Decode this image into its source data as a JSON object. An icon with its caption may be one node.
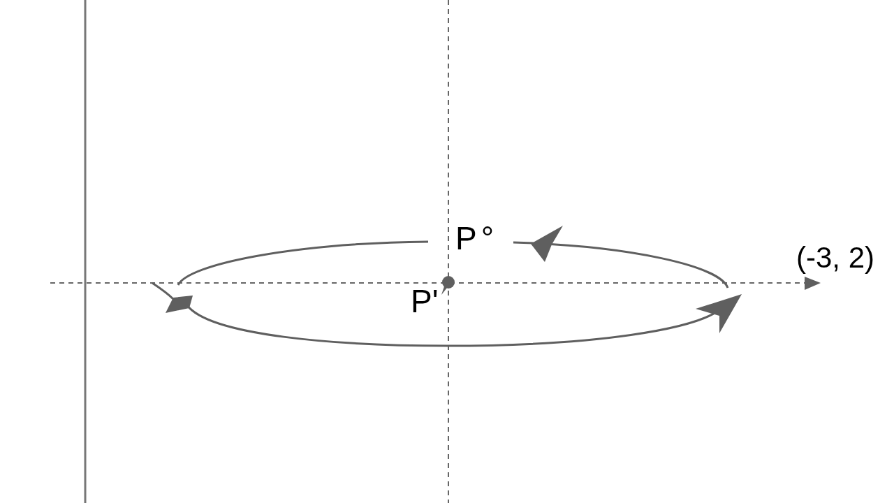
{
  "diagram": {
    "labels": [
      "P°",
      "P'",
      "(-3, 2)"
    ]
  }
}
